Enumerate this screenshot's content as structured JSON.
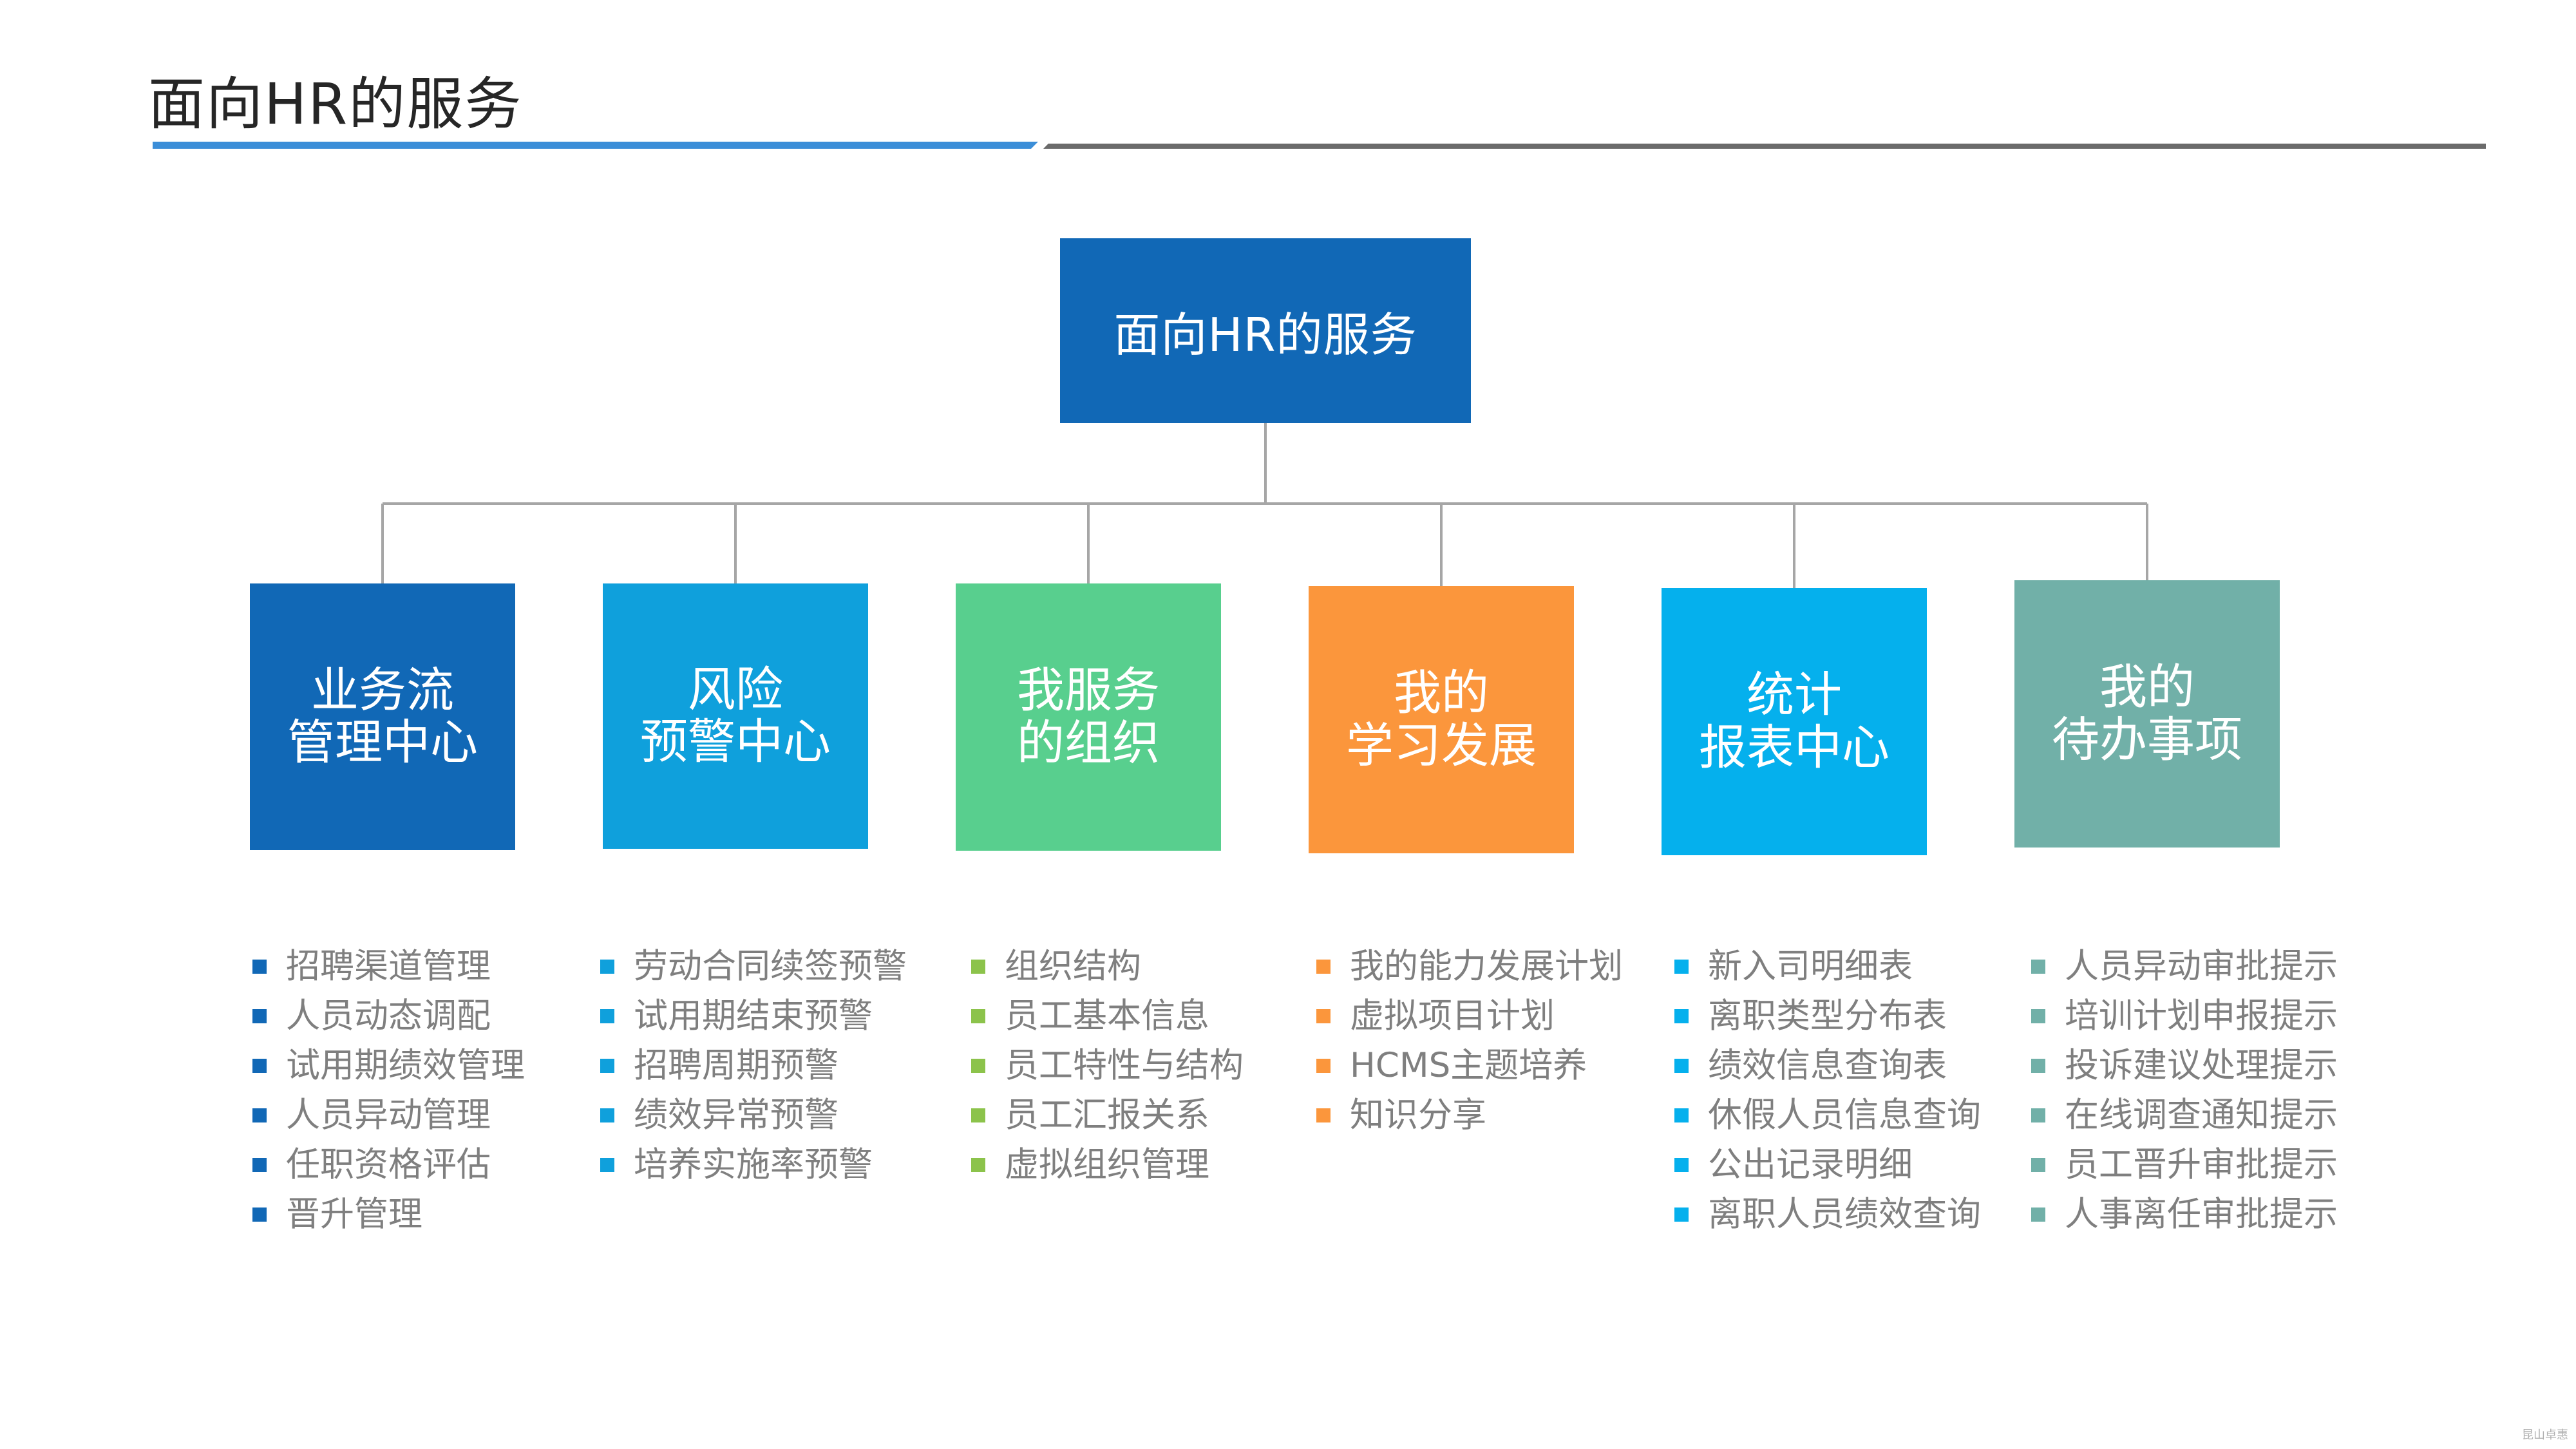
{
  "slide": {
    "title": "面向HR的服务"
  },
  "root": {
    "label": "面向HR的服务",
    "color": "#1168b6"
  },
  "categories": [
    {
      "label": "业务流\n管理中心",
      "color": "#1168b6",
      "bullet_color": "#1168b6",
      "items": [
        "招聘渠道管理",
        "人员动态调配",
        "试用期绩效管理",
        "人员异动管理",
        "任职资格评估",
        "晋升管理"
      ]
    },
    {
      "label": "风险\n预警中心",
      "color": "#0fa0dc",
      "bullet_color": "#0fa0dc",
      "items": [
        "劳动合同续签预警",
        "试用期结束预警",
        "招聘周期预警",
        "绩效异常预警",
        "培养实施率预警"
      ]
    },
    {
      "label": "我服务\n的组织",
      "color": "#58cf8e",
      "bullet_color": "#8cc34b",
      "items": [
        "组织结构",
        "员工基本信息",
        "员工特性与结构",
        "员工汇报关系",
        "虚拟组织管理"
      ]
    },
    {
      "label": "我的\n学习发展",
      "color": "#fb963c",
      "bullet_color": "#fb963c",
      "items": [
        "我的能力发展计划",
        "虚拟项目计划",
        "HCMS主题培养",
        "知识分享"
      ]
    },
    {
      "label": "统计\n报表中心",
      "color": "#05b0ed",
      "bullet_color": "#05b0ed",
      "items": [
        "新入司明细表",
        "离职类型分布表",
        "绩效信息查询表",
        "休假人员信息查询",
        "公出记录明细",
        "离职人员绩效查询"
      ]
    },
    {
      "label": "我的\n待办事项",
      "color": "#71b0a8",
      "bullet_color": "#71b0a8",
      "items": [
        "人员异动审批提示",
        "培训计划申报提示",
        "投诉建议处理提示",
        "在线调查通知提示",
        "员工晋升审批提示",
        "人事离任审批提示"
      ]
    }
  ],
  "footer": {
    "mark": "昆山卓惠"
  }
}
